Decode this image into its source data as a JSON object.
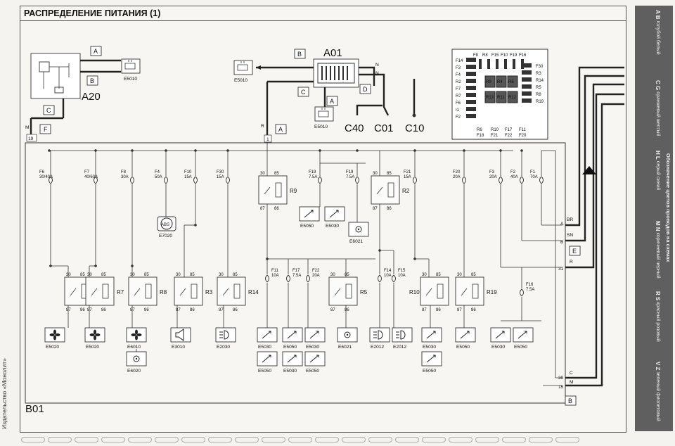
{
  "title": "РАСПРЕДЕЛЕНИЕ ПИТАНИЯ (1)",
  "publisher": "Издательство «Монолит»",
  "legend": {
    "title": "Обозначение цветов проводов на схемах",
    "colors": [
      {
        "codes": "A  B",
        "names": "голубой  белый"
      },
      {
        "codes": "C  G",
        "names": "оранжевый  желтый"
      },
      {
        "codes": "H  L",
        "names": "серый  синий"
      },
      {
        "codes": "M  N",
        "names": "коричневый  черный"
      },
      {
        "codes": "R  S",
        "names": "красный  розовый"
      },
      {
        "codes": "V  Z",
        "names": "зеленый  фиолетовый"
      }
    ]
  },
  "components": {
    "A20": "A20",
    "A01": "A01",
    "B01": "B01",
    "C40": "C40",
    "C01": "C01",
    "C10": "C10",
    "E5010": "E5010"
  },
  "connector_tags": {
    "A": "A",
    "B": "B",
    "C": "C",
    "D": "D",
    "E": "E",
    "F": "F"
  },
  "wire_letters": {
    "M": "M",
    "R": "R",
    "N": "N",
    "BR": "BR",
    "SN": "SN",
    "C": "C"
  },
  "pins": {
    "p19": "19",
    "p1": "1",
    "p31": "31",
    "p30": "30",
    "p15": "15"
  },
  "relay_pins": {
    "p30": "30",
    "p85": "85",
    "p87": "87",
    "p86": "86"
  },
  "top_fuses": [
    {
      "id": "F6",
      "rating": "30/40A"
    },
    {
      "id": "F7",
      "rating": "40/60A"
    },
    {
      "id": "F8",
      "rating": "30A"
    },
    {
      "id": "F4",
      "rating": "50A"
    },
    {
      "id": "F10",
      "rating": "15A"
    },
    {
      "id": "F30",
      "rating": "15A"
    },
    {
      "id": "F19",
      "rating": "7.5A"
    },
    {
      "id": "F19",
      "rating": "7.5A"
    },
    {
      "id": "F21",
      "rating": "15A"
    },
    {
      "id": "F20",
      "rating": "20A"
    },
    {
      "id": "F3",
      "rating": "20A"
    },
    {
      "id": "F2",
      "rating": "40A"
    },
    {
      "id": "F1",
      "rating": "70A"
    }
  ],
  "mid_fuses": [
    {
      "id": "F11",
      "rating": "10A"
    },
    {
      "id": "F17",
      "rating": "7.5A"
    },
    {
      "id": "F22",
      "rating": "20A"
    },
    {
      "id": "F14",
      "rating": "10A"
    },
    {
      "id": "F15",
      "rating": "10A"
    },
    {
      "id": "F16",
      "rating": "7.5A"
    }
  ],
  "relays": {
    "R9": "R9",
    "R2": "R2",
    "R6": "R6",
    "R7": "R7",
    "R8": "R8",
    "R3": "R3",
    "R14": "R14",
    "R5": "R5",
    "R10": "R10",
    "R19": "R19"
  },
  "loads": {
    "E7020": "E7020",
    "E5050": "E5050",
    "E5030": "E5030",
    "E6021": "E6021",
    "E5020": "E5020",
    "E6010": "E6010",
    "E6020": "E6020",
    "E3010": "E3010",
    "E2030": "E2030",
    "E2012": "E2012",
    "abs_text": "ABS"
  },
  "fuse_map": {
    "left": [
      "F14",
      "F3",
      "F4",
      "R2",
      "F7",
      "R7",
      "F6",
      "I1",
      "F2"
    ],
    "top": [
      "F8",
      "R8",
      "F15",
      "F10",
      "F19",
      "F16"
    ],
    "right": [
      "F30",
      "R3",
      "R14",
      "R5",
      "R8",
      "R19"
    ],
    "bottom": [
      "R6",
      "R10",
      "F17",
      "F11",
      "F18",
      "F21",
      "F22",
      "F20"
    ],
    "inner": [
      "R9",
      "R4",
      "R6",
      "R13",
      "R11",
      "R12"
    ]
  },
  "icons": [
    "relay-symbol",
    "fan-icon",
    "horn-icon",
    "lamp-icon",
    "plug-icon",
    "motor-icon",
    "battery-icon"
  ]
}
